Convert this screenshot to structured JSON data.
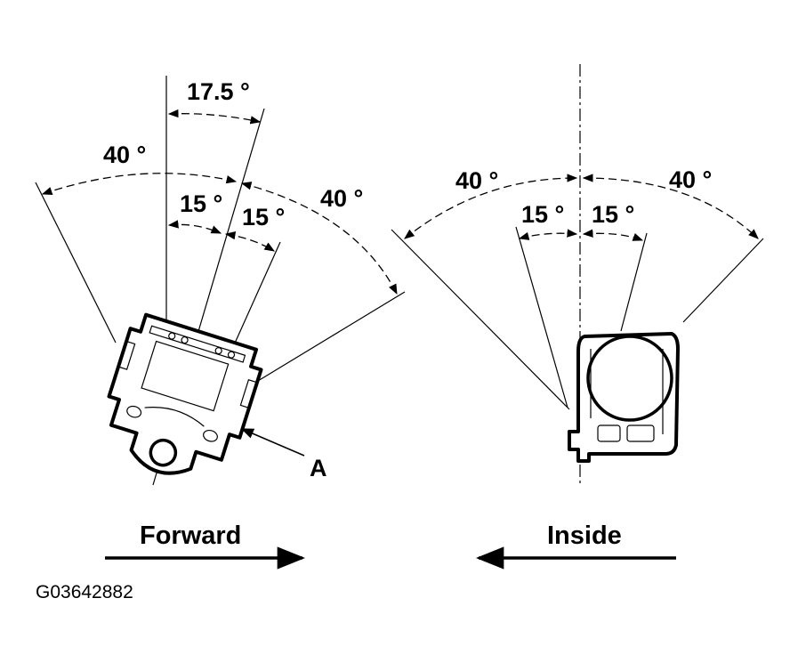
{
  "left_view": {
    "angle_top": "17.5 °",
    "angle_left": "40 °",
    "angle_right": "40 °",
    "angle_inner_left": "15 °",
    "angle_inner_right": "15 °",
    "part_label": "A",
    "direction_label": "Forward"
  },
  "right_view": {
    "angle_left": "40 °",
    "angle_right": "40 °",
    "angle_inner_left": "15 °",
    "angle_inner_right": "15 °",
    "direction_label": "Inside"
  },
  "figure_code": "G03642882"
}
